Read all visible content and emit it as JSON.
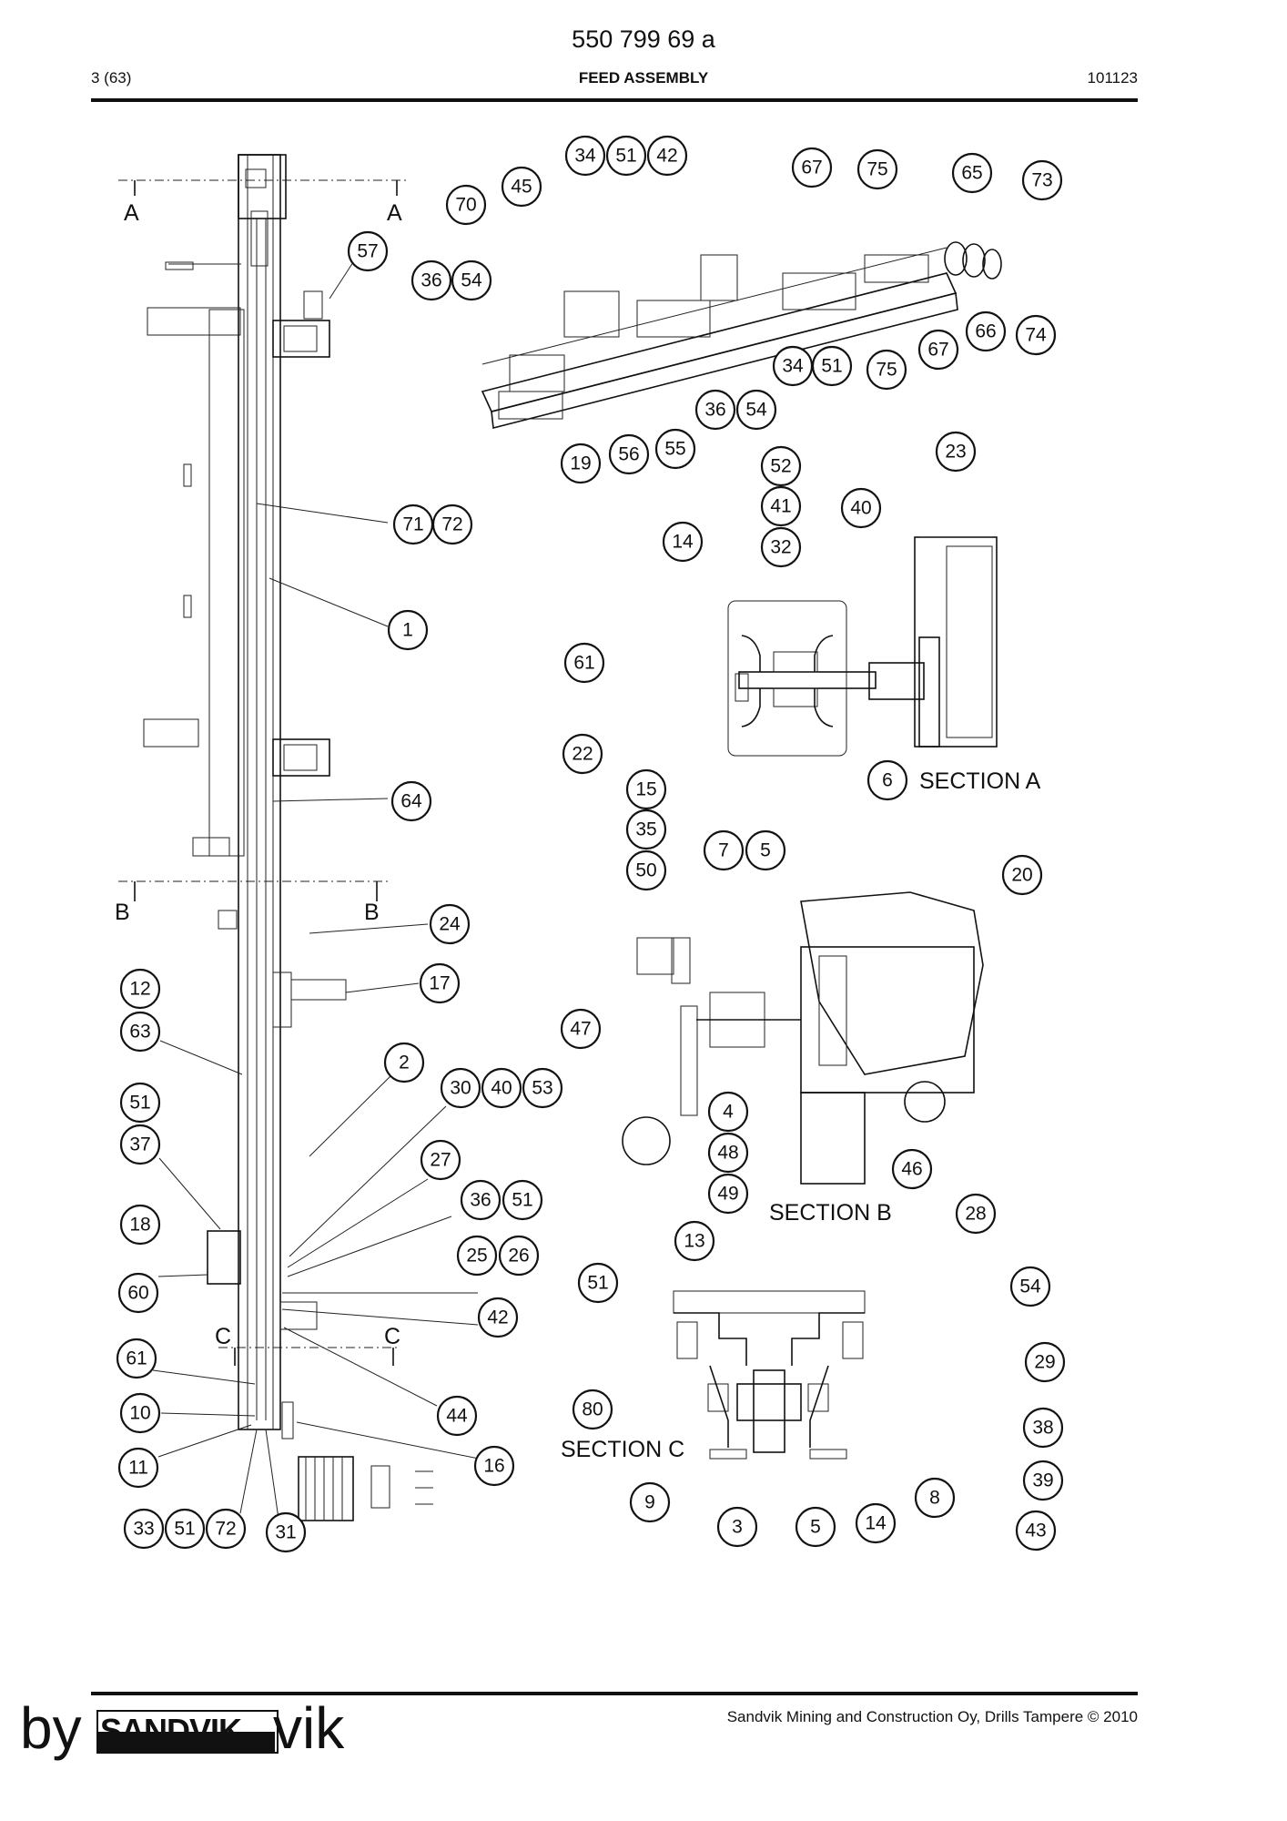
{
  "header": {
    "doc_number": "550 799 69 a",
    "page": "3 (63)",
    "title": "FEED ASSEMBLY",
    "date_code": "101123"
  },
  "section_labels": {
    "a_left": "A",
    "a_right": "A",
    "b_left": "B",
    "b_right": "B",
    "c_left": "C",
    "c_right": "C",
    "section_a": "SECTION A",
    "section_b": "SECTION B",
    "section_c": "SECTION C"
  },
  "callouts": {
    "main_feed": [
      "57",
      "71",
      "72",
      "1",
      "64",
      "24",
      "17",
      "12",
      "63",
      "2",
      "30",
      "40",
      "53",
      "51",
      "37",
      "27",
      "36",
      "51",
      "18",
      "25",
      "26",
      "60",
      "42",
      "61",
      "10",
      "44",
      "11",
      "16",
      "33",
      "51",
      "72",
      "31"
    ],
    "iso_view": [
      "34",
      "51",
      "42",
      "45",
      "70",
      "36",
      "54",
      "67",
      "75",
      "65",
      "73",
      "57",
      "66",
      "74",
      "34",
      "51",
      "75",
      "67",
      "36",
      "54",
      "19",
      "56",
      "55"
    ],
    "section_a": [
      "52",
      "41",
      "32",
      "14",
      "40",
      "23",
      "61",
      "22",
      "15",
      "35",
      "50",
      "7",
      "5",
      "6"
    ],
    "section_b": [
      "20",
      "47",
      "4",
      "48",
      "49",
      "46"
    ],
    "section_c": [
      "13",
      "28",
      "51",
      "54",
      "29",
      "80",
      "38",
      "39",
      "9",
      "3",
      "5",
      "14",
      "8",
      "43"
    ]
  },
  "footer": {
    "copyright": "Sandvik Mining and Construction Oy, Drills Tampere © 2010",
    "logo": "SANDVIK",
    "watermark_prefix": "by",
    "watermark_suffix": "vik"
  }
}
